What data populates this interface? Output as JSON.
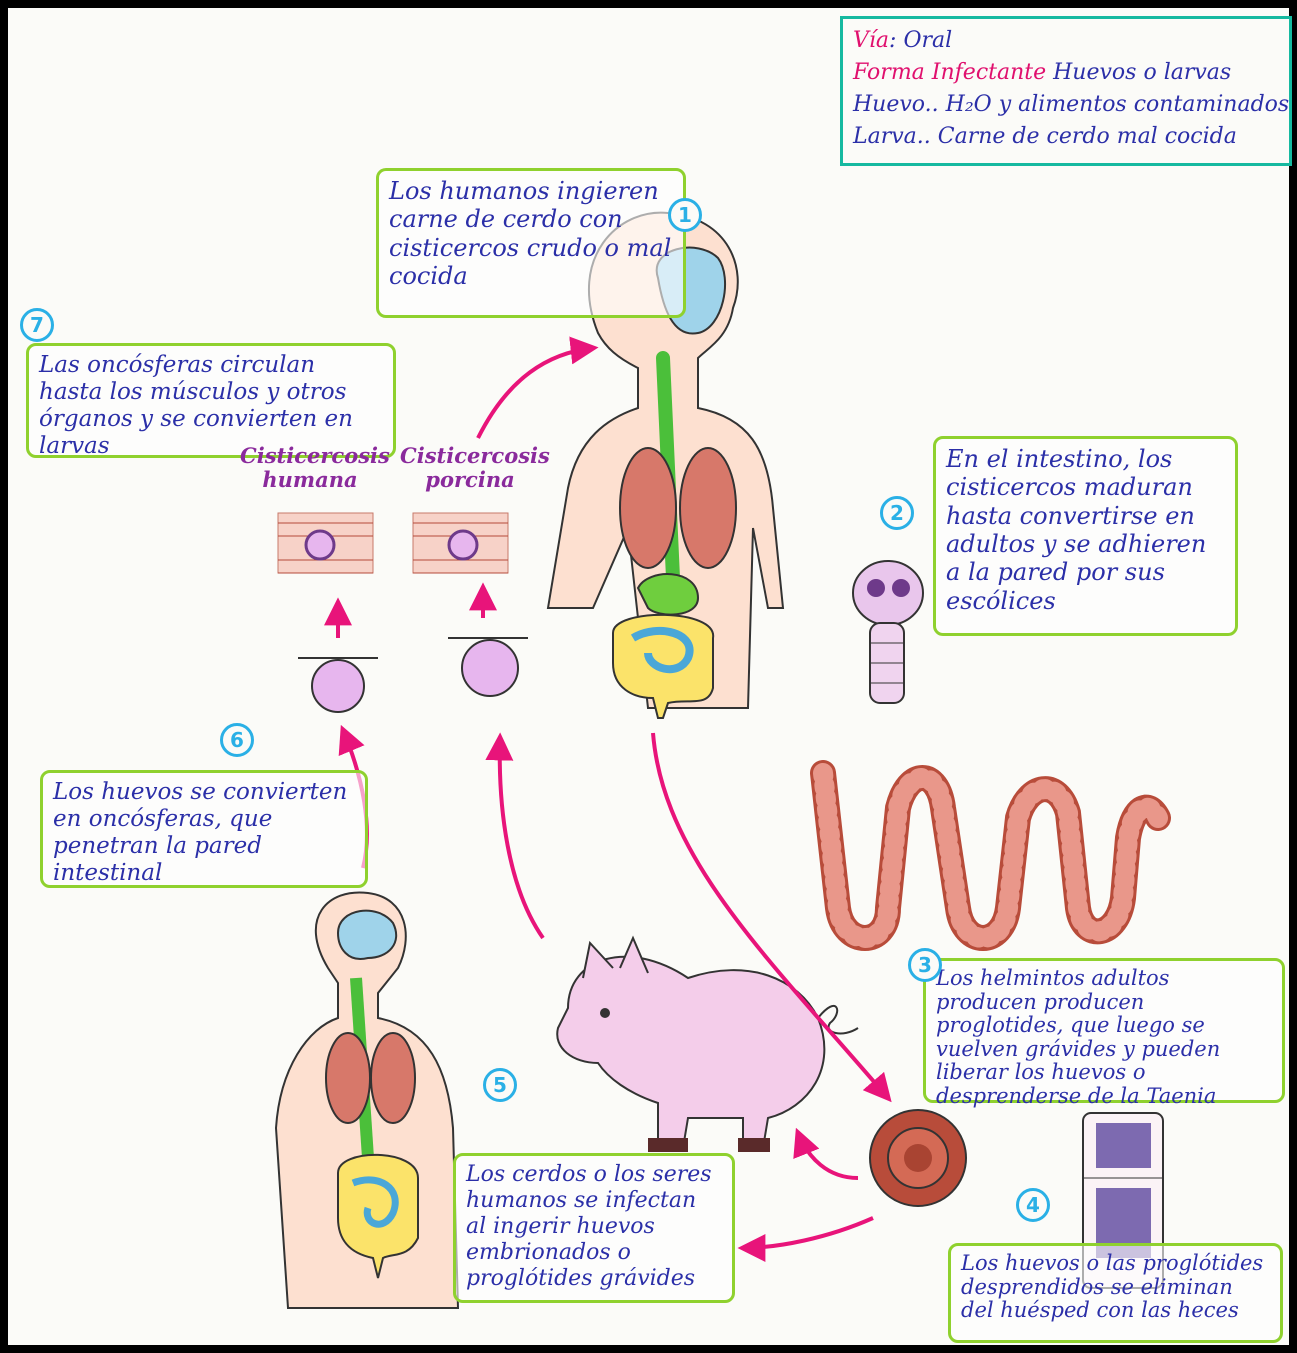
{
  "legend": {
    "via_label": "Vía",
    "via_value": "Oral",
    "forma_label": "Forma Infectante",
    "forma_value": "Huevos o larvas",
    "huevo_label": "Huevo..",
    "huevo_value": "H₂O y alimentos contaminados",
    "larva_label": "Larva..",
    "larva_value": "Carne de cerdo mal cocida"
  },
  "steps": [
    {
      "number": "1",
      "text": "Los humanos ingieren carne de cerdo con cisticercos crudo o mal cocida"
    },
    {
      "number": "2",
      "text": "En el intestino, los cisticercos maduran hasta convertirse en adultos y se adhieren a la pared por sus escólices"
    },
    {
      "number": "3",
      "text": "Los helmintos adultos producen producen proglotides, que luego se vuelven grávides y pueden liberar los huevos o desprenderse de la Taenia"
    },
    {
      "number": "4",
      "text": "Los huevos o las proglótides desprendidos se eliminan del huésped con las heces"
    },
    {
      "number": "5",
      "text": "Los cerdos o los seres humanos se infectan al ingerir huevos embrionados o proglótides grávides"
    },
    {
      "number": "6",
      "text": "Los huevos se convierten en oncósferas, que penetran la pared intestinal"
    },
    {
      "number": "7",
      "text": "Las oncósferas circulan hasta los músculos y otros órganos y se convierten en larvas"
    }
  ],
  "labels": {
    "human": "Cisticercosis humana",
    "porcine": "Cisticercosis porcina"
  },
  "colors": {
    "note_border": "#8fd12e",
    "number": "#2ab0e6",
    "arrow": "#e8147a",
    "text": "#2b2fa8",
    "label": "#8a2a9c",
    "legend_border": "#16b9a0",
    "legend_red": "#e0106e"
  }
}
